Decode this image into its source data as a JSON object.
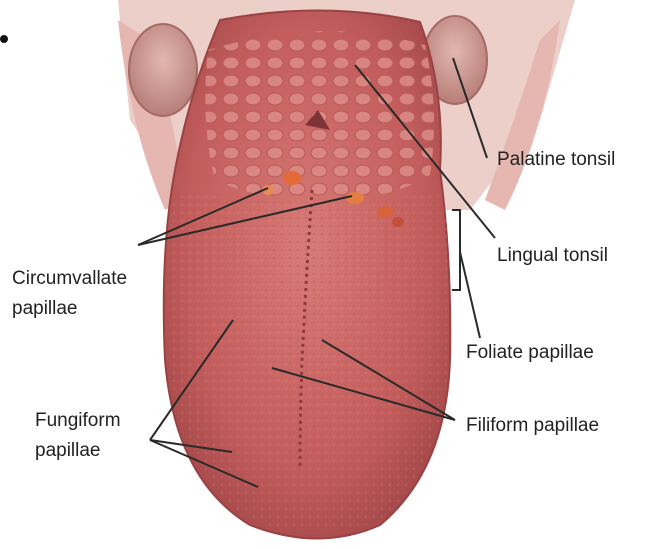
{
  "labels": {
    "palatine_tonsil": "Palatine tonsil",
    "lingual_tonsil": "Lingual tonsil",
    "foliate_papillae": "Foliate papillae",
    "filiform_papillae": "Filiform papillae",
    "circumvallate_line1": "Circumvallate",
    "circumvallate_line2": "papillae",
    "fungiform_line1": "Fungiform",
    "fungiform_line2": "papillae"
  },
  "colors": {
    "tongue": "#c8605f",
    "tongue_dark": "#a9474a",
    "tonsil": "#d9a7a0",
    "pharynx": "#eccac6",
    "leader_line": "#2a2a2a"
  }
}
